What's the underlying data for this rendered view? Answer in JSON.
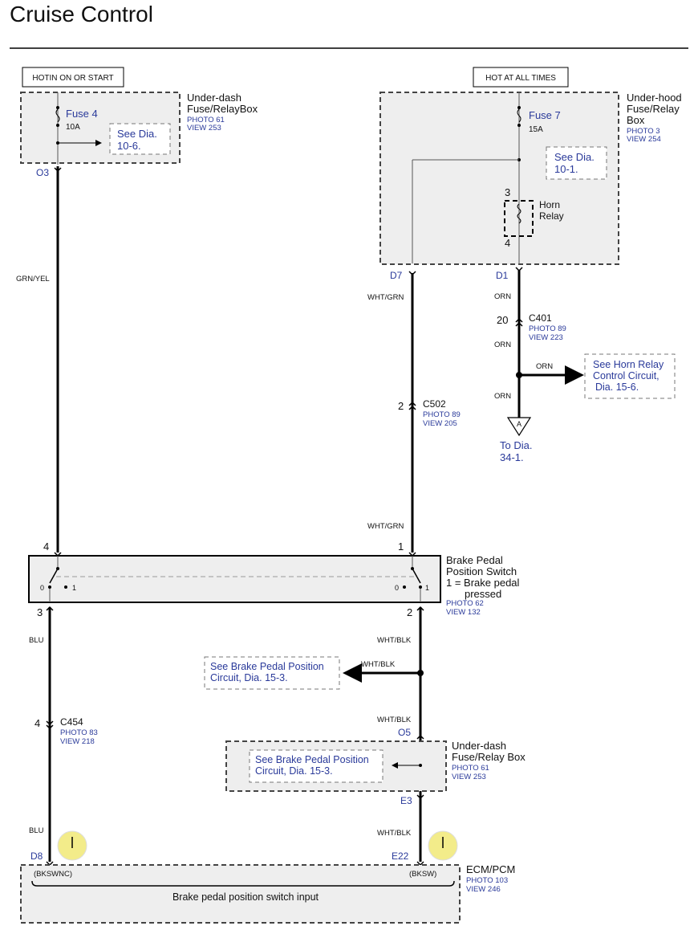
{
  "title": "Cruise Control",
  "tags": {
    "hot_in_on": "HOTIN ON OR START",
    "hot_at_all": "HOT AT ALL TIMES"
  },
  "underdash_top": {
    "name1": "Under-dash",
    "name2": "Fuse/RelayBox",
    "photo": "PHOTO 61",
    "view": "VIEW 253",
    "fuse": "Fuse 4",
    "amp": "10A",
    "see1": "See  Dia.",
    "see2": "10-6.",
    "term": "O3"
  },
  "underhood": {
    "name1": "Under-hood",
    "name2": "Fuse/Relay",
    "name3": "Box",
    "photo": "PHOTO 3",
    "view": "VIEW 254",
    "fuse": "Fuse 7",
    "amp": "15A",
    "see1": "See  Dia.",
    "see2": "10-1.",
    "relay_pin_top": "3",
    "relay_pin_bot": "4",
    "relay1": "Horn",
    "relay2": "Relay",
    "term_left": "D7",
    "term_right": "D1"
  },
  "wires": {
    "grn_yel": "GRN/YEL",
    "wht_grn_1": "WHT/GRN",
    "wht_grn_2": "WHT/GRN",
    "orn_1": "ORN",
    "orn_2": "ORN",
    "orn_3": "ORN",
    "orn_4": "ORN",
    "blu_1": "BLU",
    "blu_2": "BLU",
    "wht_blk_1": "WHT/BLK",
    "wht_blk_2": "WHT/BLK",
    "wht_blk_3": "WHT/BLK",
    "wht_blk_4": "WHT/BLK"
  },
  "c401": {
    "pin": "20",
    "name": "C401",
    "photo": "PHOTO 89",
    "view": "VIEW 223"
  },
  "horn_ref": {
    "l1": "See Horn Relay",
    "l2": "Control Circuit,",
    "l3": "Dia.  15-6."
  },
  "to_dia": {
    "letter": "A",
    "l1": "To Dia.",
    "l2": "34-1."
  },
  "c502": {
    "pin": "2",
    "name": "C502",
    "photo": "PHOTO 89",
    "view": "VIEW 205"
  },
  "bpps": {
    "name1": "Brake Pedal",
    "name2": "Position Switch",
    "name3": "1 = Brake pedal",
    "name4": "pressed",
    "photo": "PHOTO 62",
    "view": "VIEW 132",
    "pin_tl": "4",
    "pin_tr": "1",
    "pin_bl": "3",
    "pin_br": "2",
    "sw_l0": "0",
    "sw_l1": "1",
    "sw_r0": "0",
    "sw_r1": "1"
  },
  "brake_ref1": {
    "l1": "See Brake Pedal Position",
    "l2": "Circuit, Dia.  15-3."
  },
  "c454": {
    "pin": "4",
    "name": "C454",
    "photo": "PHOTO 83",
    "view": "VIEW 218"
  },
  "underdash_bot": {
    "name1": "Under-dash",
    "name2": "Fuse/Relay Box",
    "photo": "PHOTO 61",
    "view": "VIEW 253",
    "term_top": "O5",
    "term_bot": "E3",
    "see1": "See Brake Pedal Position",
    "see2": "Circuit, Dia.  15-3."
  },
  "ecm": {
    "name": "ECM/PCM",
    "photo": "PHOTO 103",
    "view": "VIEW 246",
    "term_left": "D8",
    "term_right": "E22",
    "sig_left": "(BKSWNC)",
    "sig_right": "(BKSW)",
    "input_label": "Brake pedal position switch input"
  },
  "colors": {
    "label_blue": "#2a3a9a",
    "box_fill": "#eeeeee",
    "indicator": "#f3ec8a"
  }
}
